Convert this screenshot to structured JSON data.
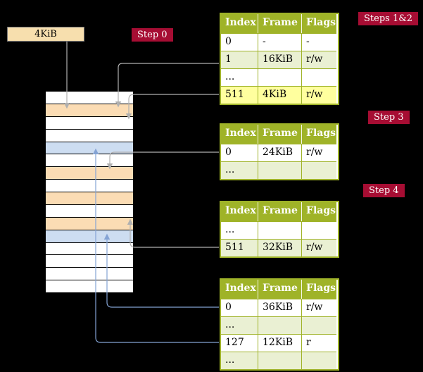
{
  "frame_box": {
    "label": "4KiB"
  },
  "badges": {
    "step0": "Step 0",
    "steps12": "Steps 1&2",
    "step3": "Step 3",
    "step4": "Step 4"
  },
  "colors": {
    "background": "#000000",
    "step_badge": "#a60d33",
    "table_header": "#9fb328",
    "table_border": "#9fb328",
    "row_green": "#eaf0d3",
    "row_yellow": "#ffff9e",
    "cell_white": "#ffffff",
    "cell_peach": "#fbdcb4",
    "cell_blue": "#cdddf1",
    "arrow_gray": "#b0b0b0",
    "arrow_blue": "#84a3d4",
    "frame_box_bg": "#f7dfae"
  },
  "memory_strip": {
    "cells": [
      "white",
      "peach",
      "white",
      "white",
      "blue",
      "white",
      "peach",
      "white",
      "peach",
      "white",
      "peach",
      "blue",
      "white",
      "white",
      "white",
      "white"
    ]
  },
  "tables": [
    {
      "name": "page-table-steps-1-2",
      "headers": [
        "Index",
        "Frame",
        "Flags"
      ],
      "rows": [
        {
          "cells": [
            "0",
            "-",
            "-"
          ],
          "highlight": "none"
        },
        {
          "cells": [
            "1",
            "16KiB",
            "r/w"
          ],
          "highlight": "green"
        },
        {
          "cells": [
            "...",
            "",
            ""
          ],
          "highlight": "none"
        },
        {
          "cells": [
            "511",
            "4KiB",
            "r/w"
          ],
          "highlight": "yellow"
        }
      ]
    },
    {
      "name": "page-table-step-3",
      "headers": [
        "Index",
        "Frame",
        "Flags"
      ],
      "rows": [
        {
          "cells": [
            "0",
            "24KiB",
            "r/w"
          ],
          "highlight": "none"
        },
        {
          "cells": [
            "...",
            "",
            ""
          ],
          "highlight": "green"
        }
      ]
    },
    {
      "name": "page-table-step-4",
      "headers": [
        "Index",
        "Frame",
        "Flags"
      ],
      "rows": [
        {
          "cells": [
            "...",
            "",
            ""
          ],
          "highlight": "none"
        },
        {
          "cells": [
            "511",
            "32KiB",
            "r/w"
          ],
          "highlight": "green"
        }
      ]
    },
    {
      "name": "page-table-final",
      "headers": [
        "Index",
        "Frame",
        "Flags"
      ],
      "rows": [
        {
          "cells": [
            "0",
            "36KiB",
            "r/w"
          ],
          "highlight": "none"
        },
        {
          "cells": [
            "...",
            "",
            ""
          ],
          "highlight": "green"
        },
        {
          "cells": [
            "127",
            "12KiB",
            "r"
          ],
          "highlight": "none"
        },
        {
          "cells": [
            "...",
            "",
            ""
          ],
          "highlight": "green"
        }
      ]
    }
  ],
  "arrows": [
    {
      "name": "root-frame-pointer",
      "color": "gray"
    },
    {
      "name": "table1-entry1-pointer",
      "color": "gray"
    },
    {
      "name": "table1-entry511-pointer",
      "color": "gray"
    },
    {
      "name": "table2-entry0-pointer",
      "color": "gray"
    },
    {
      "name": "table3-entry511-pointer",
      "color": "gray"
    },
    {
      "name": "table4-entry0-pointer",
      "color": "blue"
    },
    {
      "name": "table4-entry127-pointer",
      "color": "blue"
    }
  ]
}
